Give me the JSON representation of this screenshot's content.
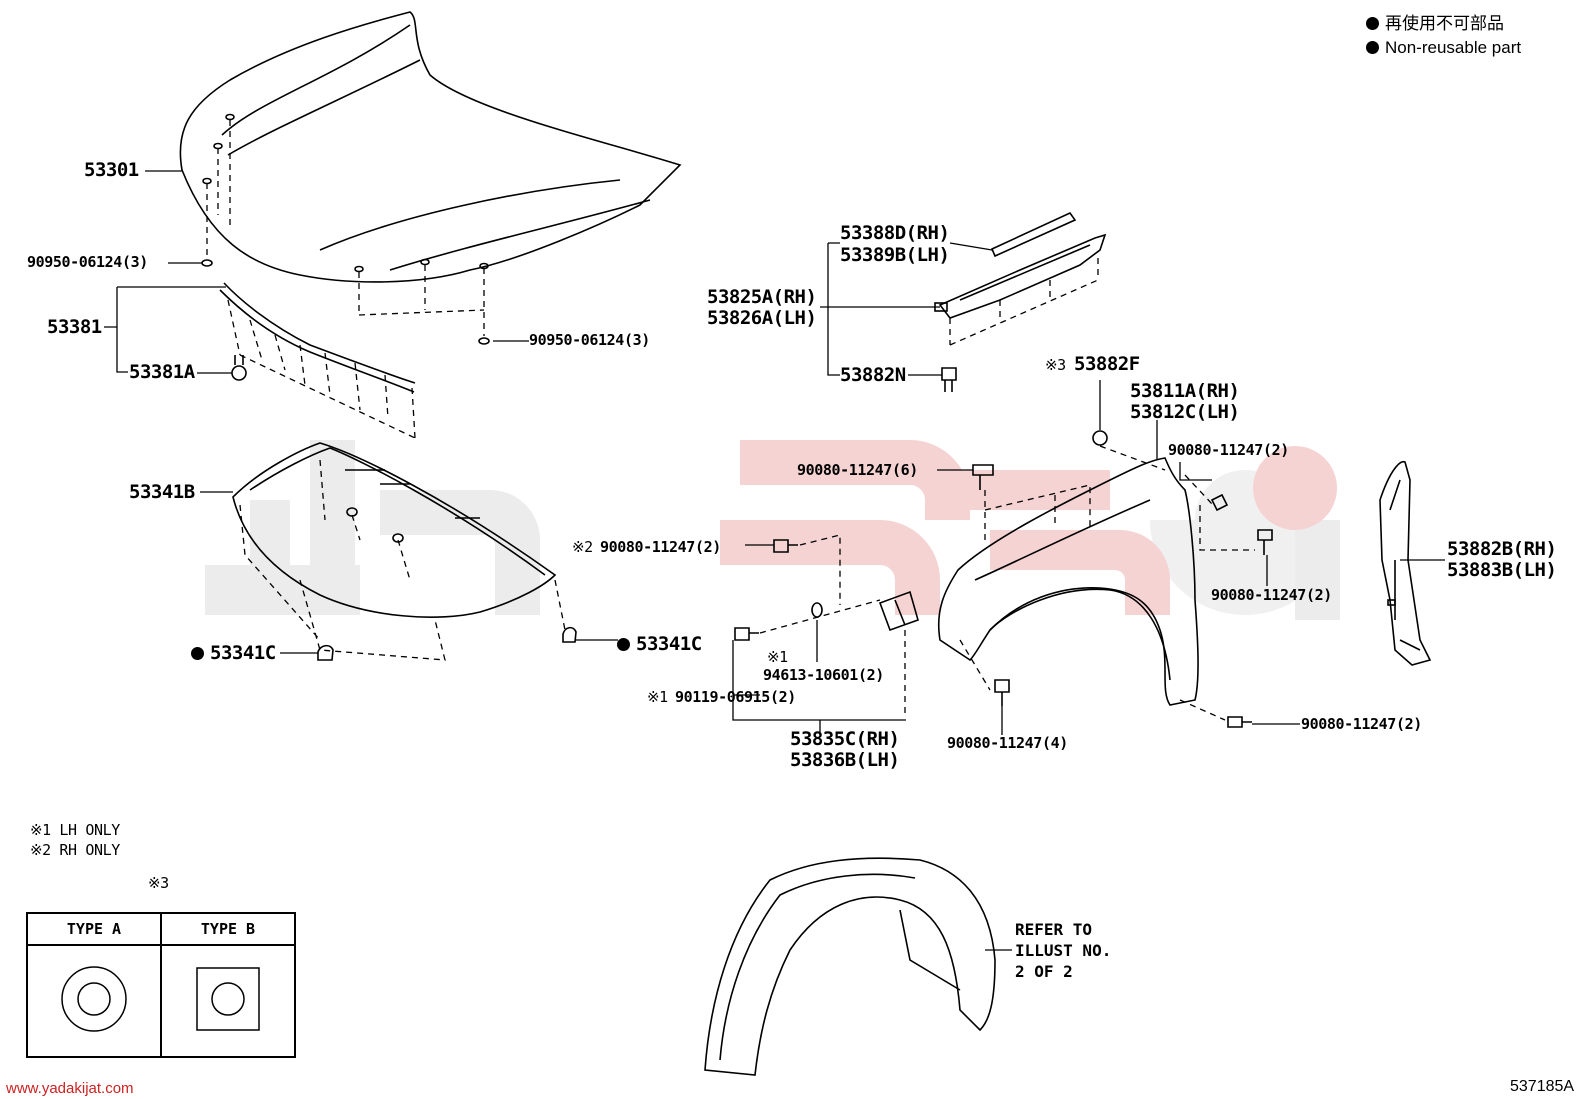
{
  "legend": {
    "line1": "再使用不可部品",
    "line2": "Non-reusable part"
  },
  "labels": {
    "p53301": "53301",
    "p90950_a": "90950-06124(3)",
    "p53381": "53381",
    "p53381A": "53381A",
    "p90950_b": "90950-06124(3)",
    "p53341B": "53341B",
    "p53341C_left": "53341C",
    "p53341C_right": "53341C",
    "p53388D": "53388D(RH)",
    "p53389B": "53389B(LH)",
    "p53825A": "53825A(RH)",
    "p53826A": "53826A(LH)",
    "p53882N": "53882N",
    "p53882F_mark": "※3",
    "p53882F": "53882F",
    "p53811A": "53811A(RH)",
    "p53812C": "53812C(LH)",
    "p90080_6": "90080-11247(6)",
    "p90080_2a": "90080-11247(2)",
    "p90080_2b": "90080-11247(2)",
    "p90080_2c_mark": "※2",
    "p90080_2c": "90080-11247(2)",
    "p90080_2d": "90080-11247(2)",
    "p94613_mark": "※1",
    "p94613": "94613-10601(2)",
    "p90119_mark": "※1",
    "p90119": "90119-06915(2)",
    "p53835C": "53835C(RH)",
    "p53836B": "53836B(LH)",
    "p90080_4": "90080-11247(4)",
    "p53882B": "53882B(RH)",
    "p53883B": "53883B(LH)"
  },
  "notes": {
    "n1": "※1 LH ONLY",
    "n2": "※2 RH ONLY",
    "n3": "※3"
  },
  "types_table": {
    "type_a": "TYPE A",
    "type_b": "TYPE B"
  },
  "refer": "REFER TO\nILLUST NO.\n2 OF 2",
  "footer": {
    "url": "www.yadakijat.com",
    "code": "537185A"
  }
}
